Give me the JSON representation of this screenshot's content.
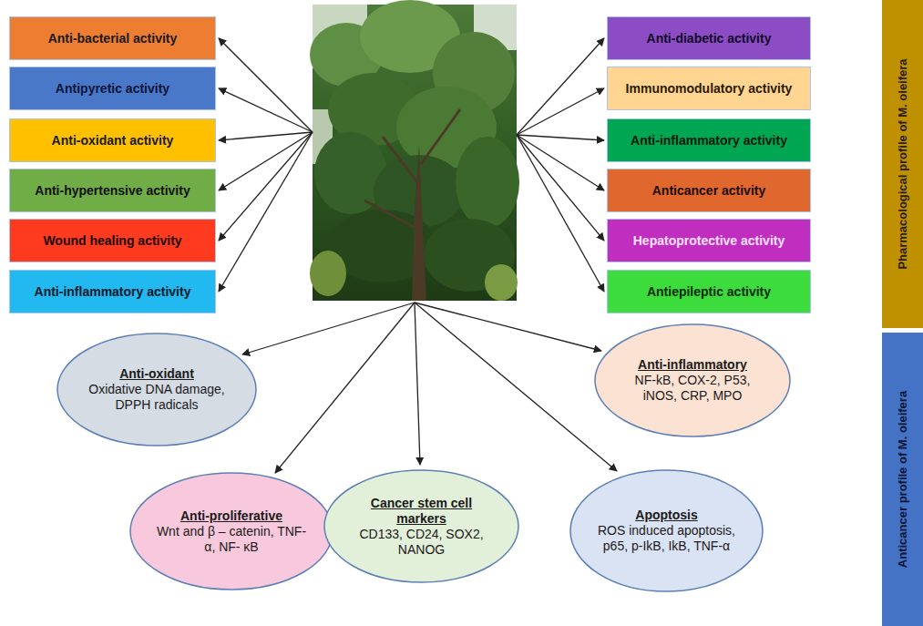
{
  "diagram": {
    "nodes": [
      {
        "text": [
          "Anti-bacterial activity"
        ]
      },
      {
        "text": [
          "Antipyretic activity"
        ]
      },
      {
        "text": [
          "Anti-oxidant activity"
        ]
      },
      {
        "text": [
          "Anti-hypertensive activity"
        ]
      },
      {
        "text": [
          "Wound healing activity"
        ]
      },
      {
        "text": [
          "Anti-inflammatory activity"
        ]
      },
      {
        "text": [
          "Anti-diabetic activity"
        ]
      },
      {
        "text": [
          "Immunomodulatory activity"
        ]
      },
      {
        "text": [
          "Anti-inflammatory activity"
        ]
      },
      {
        "text": [
          "Anticancer activity"
        ]
      },
      {
        "text": [
          "Hepatoprotective activity"
        ]
      },
      {
        "text": [
          "Antiepileptic activity"
        ]
      },
      {
        "text": [
          "Pharmacological profile of M. oleifera"
        ]
      },
      {
        "text": [
          "Anticancer profile of M. oleifera"
        ]
      },
      {
        "text": [
          "Anti-oxidant",
          "Oxidative DNA damage, DPPH radicals"
        ]
      },
      {
        "text": [
          "Anti-inflammatory",
          "NF-kB, COX-2, P53, iNOS, CRP, MPO"
        ]
      },
      {
        "text": [
          "Anti-proliferative",
          "Wnt and β – catenin, TNF-α, NF- κB"
        ]
      },
      {
        "text": [
          "Cancer stem cell markers",
          "CD133, CD24, SOX2, NANOG"
        ]
      },
      {
        "text": [
          "Apoptosis",
          "ROS induced apoptosis, p65, p-IkB, IkB, TNF-α"
        ]
      }
    ]
  }
}
